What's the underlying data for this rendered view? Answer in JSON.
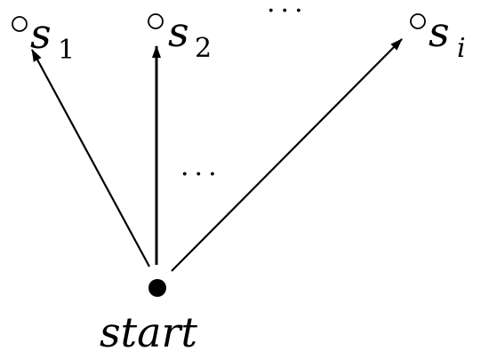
{
  "diagram": {
    "start_label": "start",
    "states": [
      {
        "name": "s",
        "subscript": "1"
      },
      {
        "name": "s",
        "subscript": "2"
      },
      {
        "name": "s",
        "subscript": "i"
      }
    ],
    "top_ellipsis": "···",
    "middle_ellipsis": "···"
  }
}
